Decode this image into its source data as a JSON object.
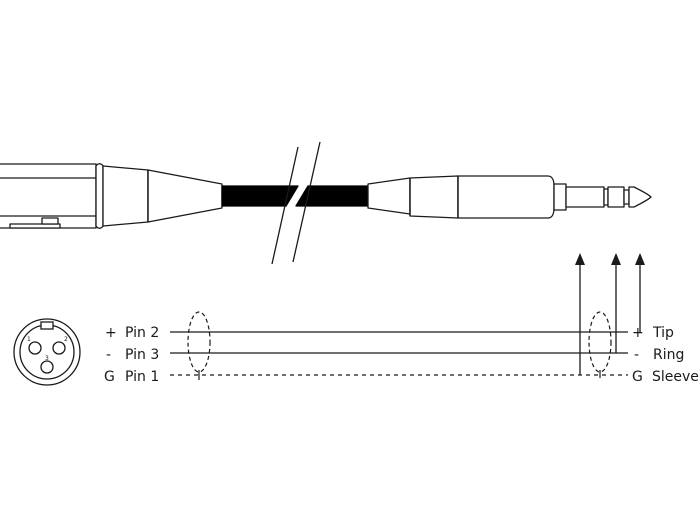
{
  "colors": {
    "line": "#1a1a1a",
    "cable": "#000000",
    "background": "#ffffff"
  },
  "xlr_face": {
    "pin_numbers": [
      "1",
      "2",
      "3"
    ]
  },
  "wiring": {
    "left": [
      {
        "sign": "+",
        "label": "Pin 2"
      },
      {
        "sign": "-",
        "label": "Pin 3"
      },
      {
        "sign": "G",
        "label": "Pin 1"
      }
    ],
    "right": [
      {
        "sign": "+",
        "label": "Tip"
      },
      {
        "sign": "-",
        "label": "Ring"
      },
      {
        "sign": "G",
        "label": "Sleeve"
      }
    ]
  }
}
